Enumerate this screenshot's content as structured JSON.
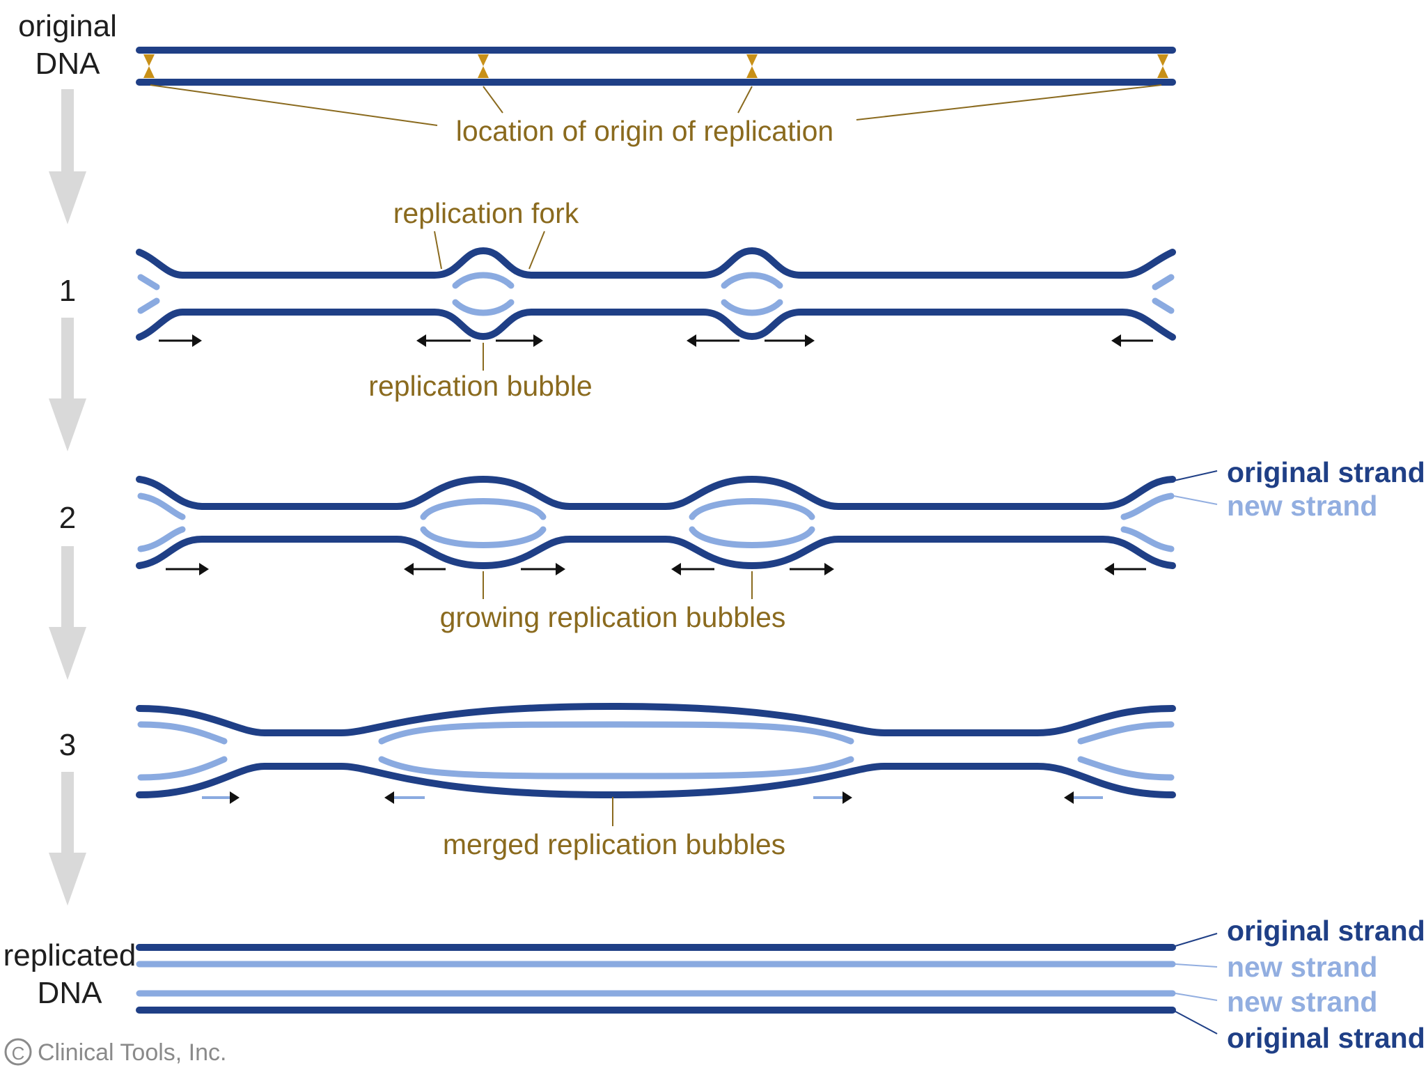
{
  "left_labels": {
    "original_dna_line1": "original",
    "original_dna_line2": "DNA",
    "step1": "1",
    "step2": "2",
    "step3": "3",
    "replicated_dna_line1": "replicated",
    "replicated_dna_line2": "DNA"
  },
  "annotations": {
    "origin": "location of origin of replication",
    "fork": "replication fork",
    "bubble": "replication bubble",
    "growing": "growing replication bubbles",
    "merged": "merged replication bubbles"
  },
  "strand_labels": {
    "original_strand": "original strand",
    "new_strand": "new strand"
  },
  "copyright": "Clinical Tools, Inc.",
  "copyright_symbol": "C",
  "colors": {
    "original_strand": "#1f3f86",
    "new_strand": "#8aaae0",
    "annotation": "#8a6a1e",
    "origin_marker": "#c89018",
    "flow_arrow": "#d9d9d9"
  }
}
